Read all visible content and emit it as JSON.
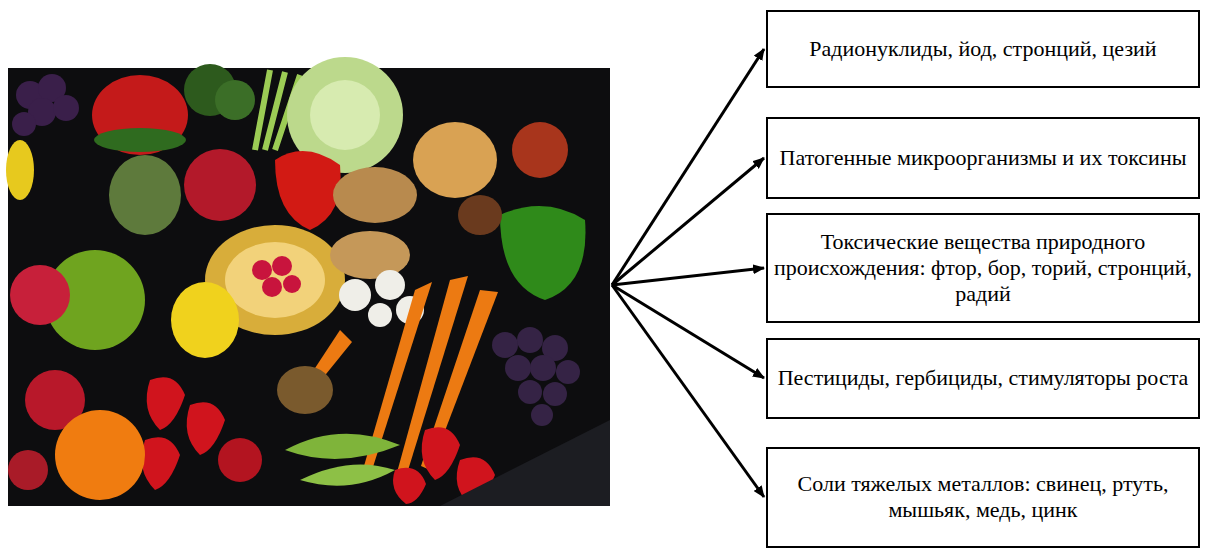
{
  "diagram": {
    "nodes": [
      {
        "text": [
          "Радионуклиды, йод, стронций, цезий"
        ]
      },
      {
        "text": [
          "Патогенные микроорганизмы и их токсины"
        ]
      },
      {
        "text": [
          "Токсические вещества природного происхождения: фтор, бор, торий, стронций, радий"
        ]
      },
      {
        "text": [
          "Пестициды, гербициды, стимуляторы роста"
        ]
      },
      {
        "text": [
          "Соли тяжелых металлов: свинец, ртуть, мышьяк, медь, цинк"
        ]
      }
    ]
  }
}
